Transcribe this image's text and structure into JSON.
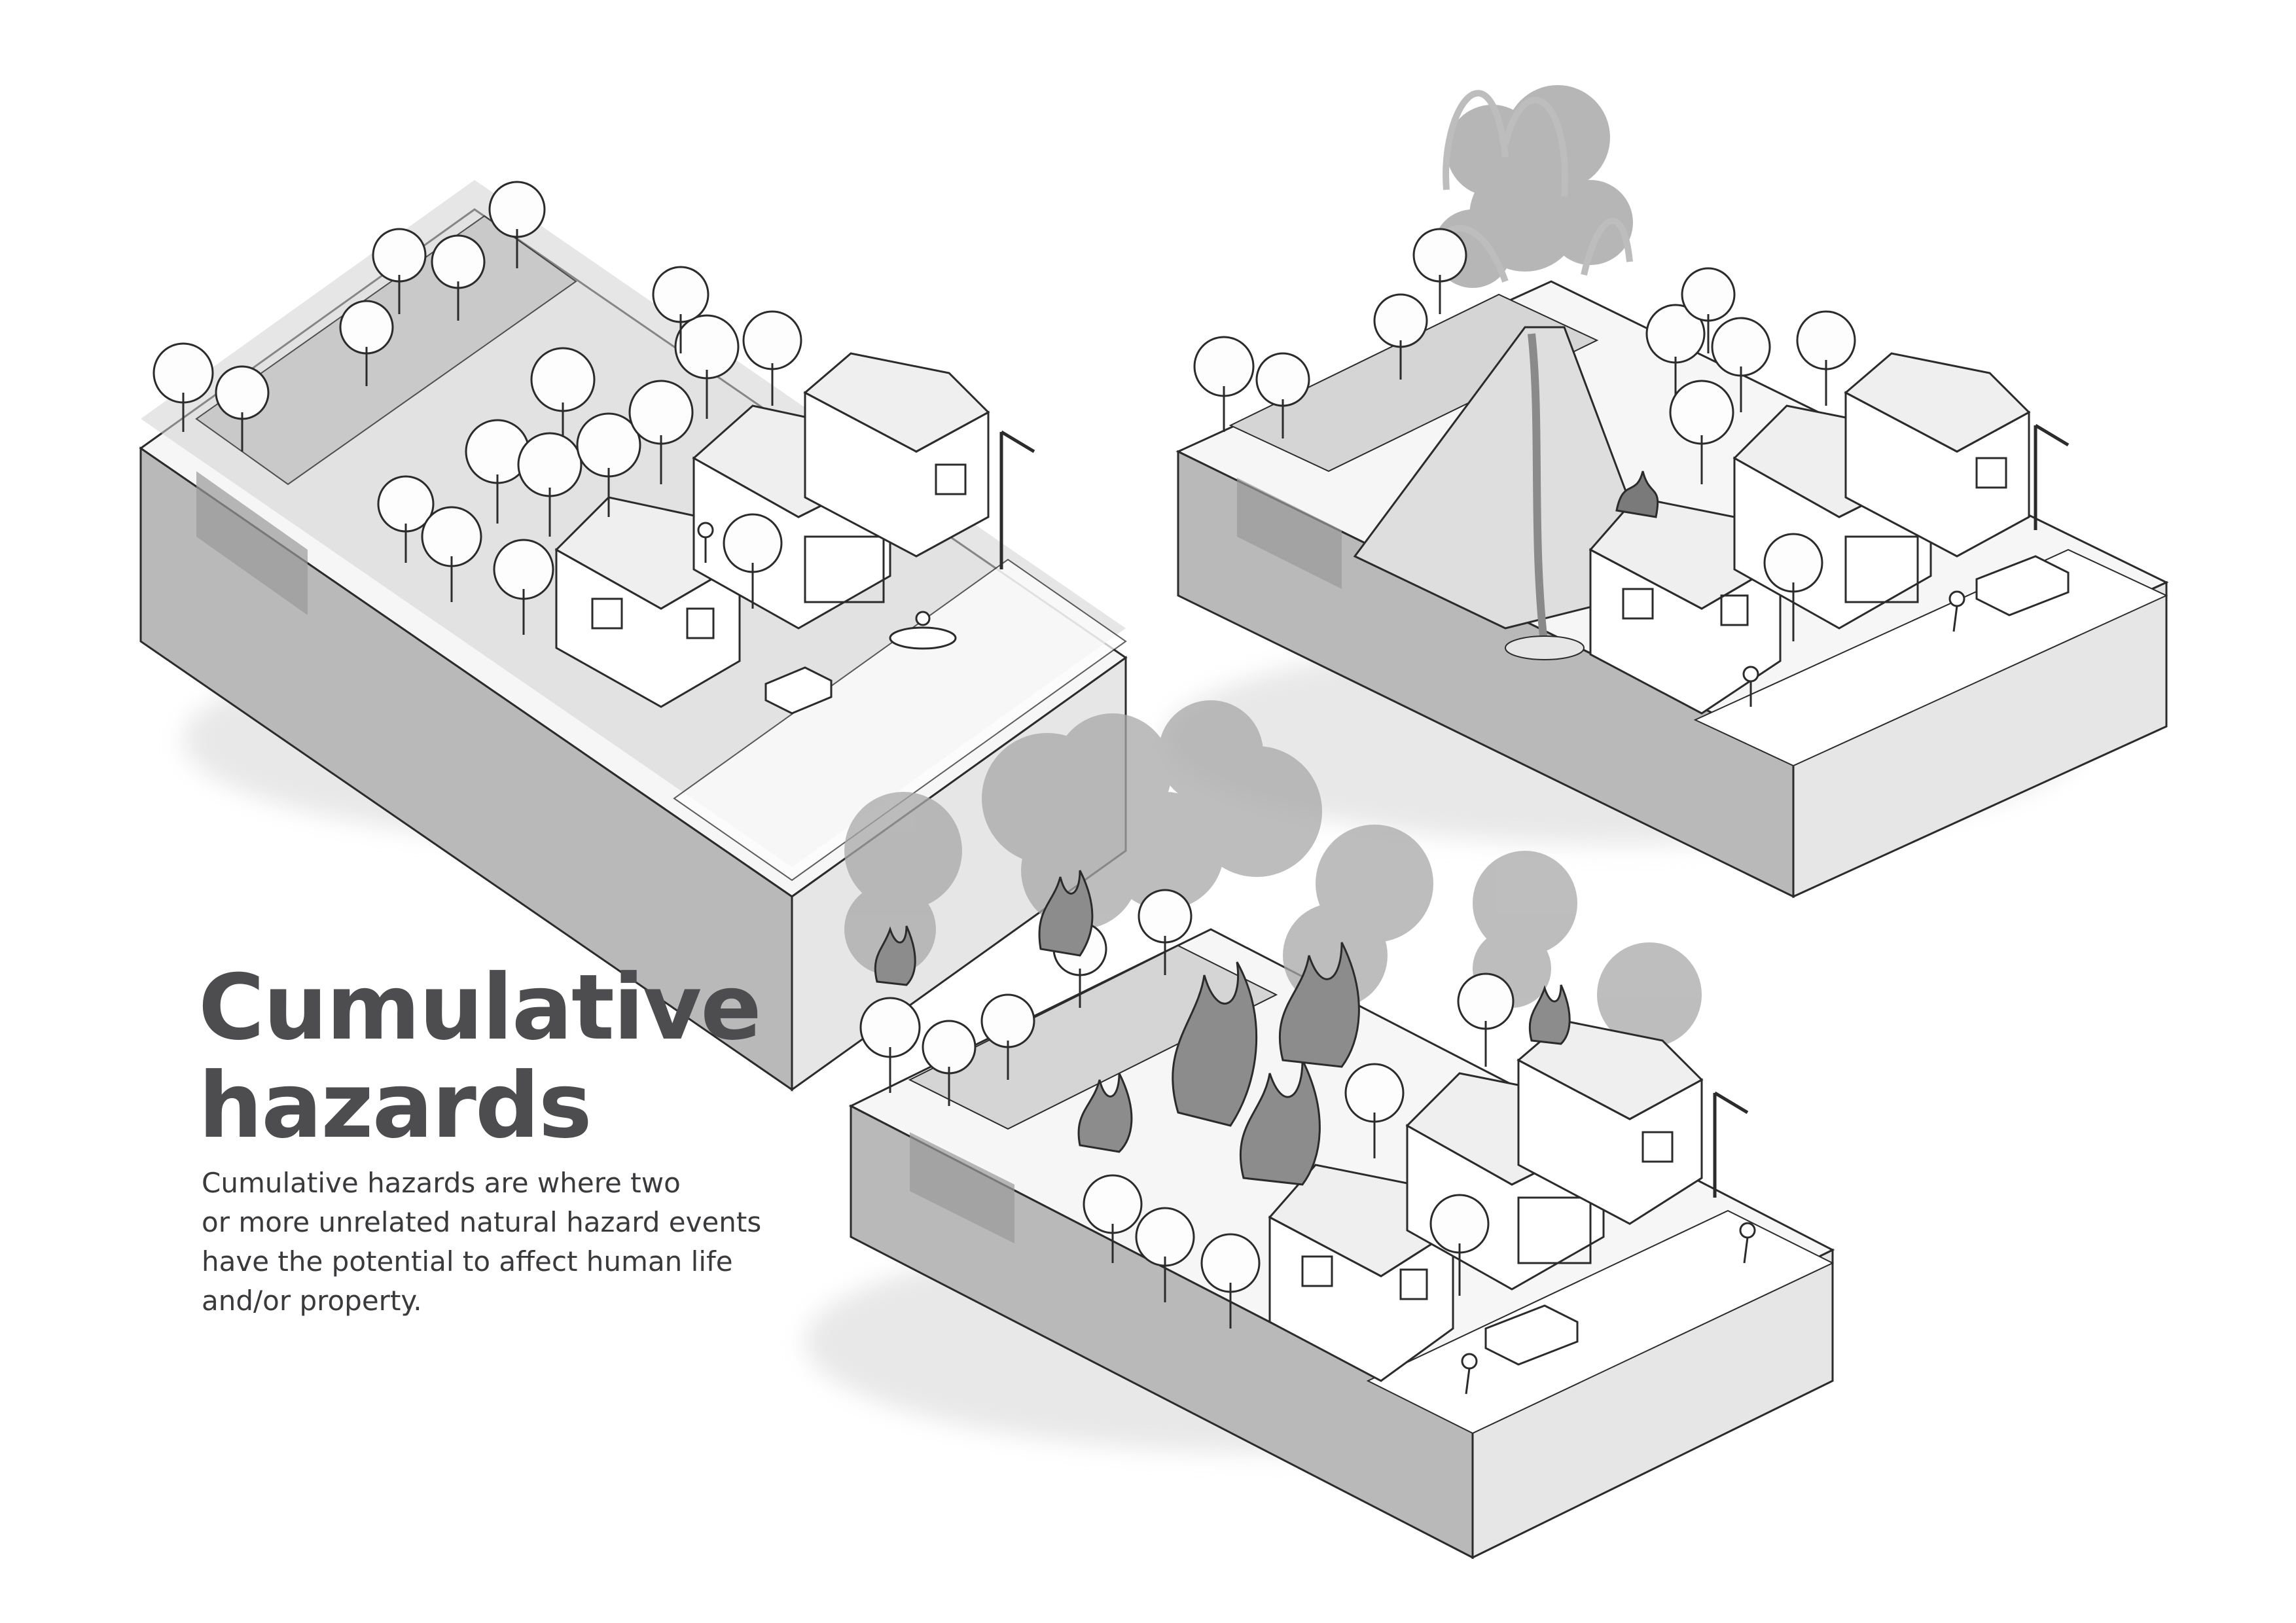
{
  "heading": {
    "line1": "Cumulative",
    "line2": "hazards"
  },
  "description": {
    "lines": [
      "Cumulative hazards are where two",
      "or more unrelated natural hazard events",
      "have the potential to affect human life",
      "and/or property."
    ]
  },
  "colors": {
    "ground_side": "#b8b8b9",
    "ground_front": "#e4e4e5",
    "ground_top": "#f4f4f4",
    "road": "#ffffff",
    "line": "#2b2b2b",
    "water": "#cfcfd0",
    "smoke": "#9d9d9e",
    "volcano": "#dadadb",
    "text": "#4d4d4f"
  },
  "scenes": [
    {
      "name": "flood-scene",
      "icons": [
        "tree-icon",
        "house-icon",
        "car-icon",
        "kayak-person-icon",
        "person-on-roof-icon",
        "street-light-icon",
        "flood-water-icon"
      ]
    },
    {
      "name": "volcano-scene",
      "icons": [
        "volcano-icon",
        "lava-icon",
        "tree-icon",
        "house-icon",
        "car-icon",
        "running-person-icon",
        "street-light-icon",
        "burning-roof-icon"
      ]
    },
    {
      "name": "wildfire-scene",
      "icons": [
        "fire-icon",
        "smoke-icon",
        "tree-icon",
        "house-icon",
        "car-icon",
        "running-person-icon",
        "street-light-icon"
      ]
    }
  ]
}
